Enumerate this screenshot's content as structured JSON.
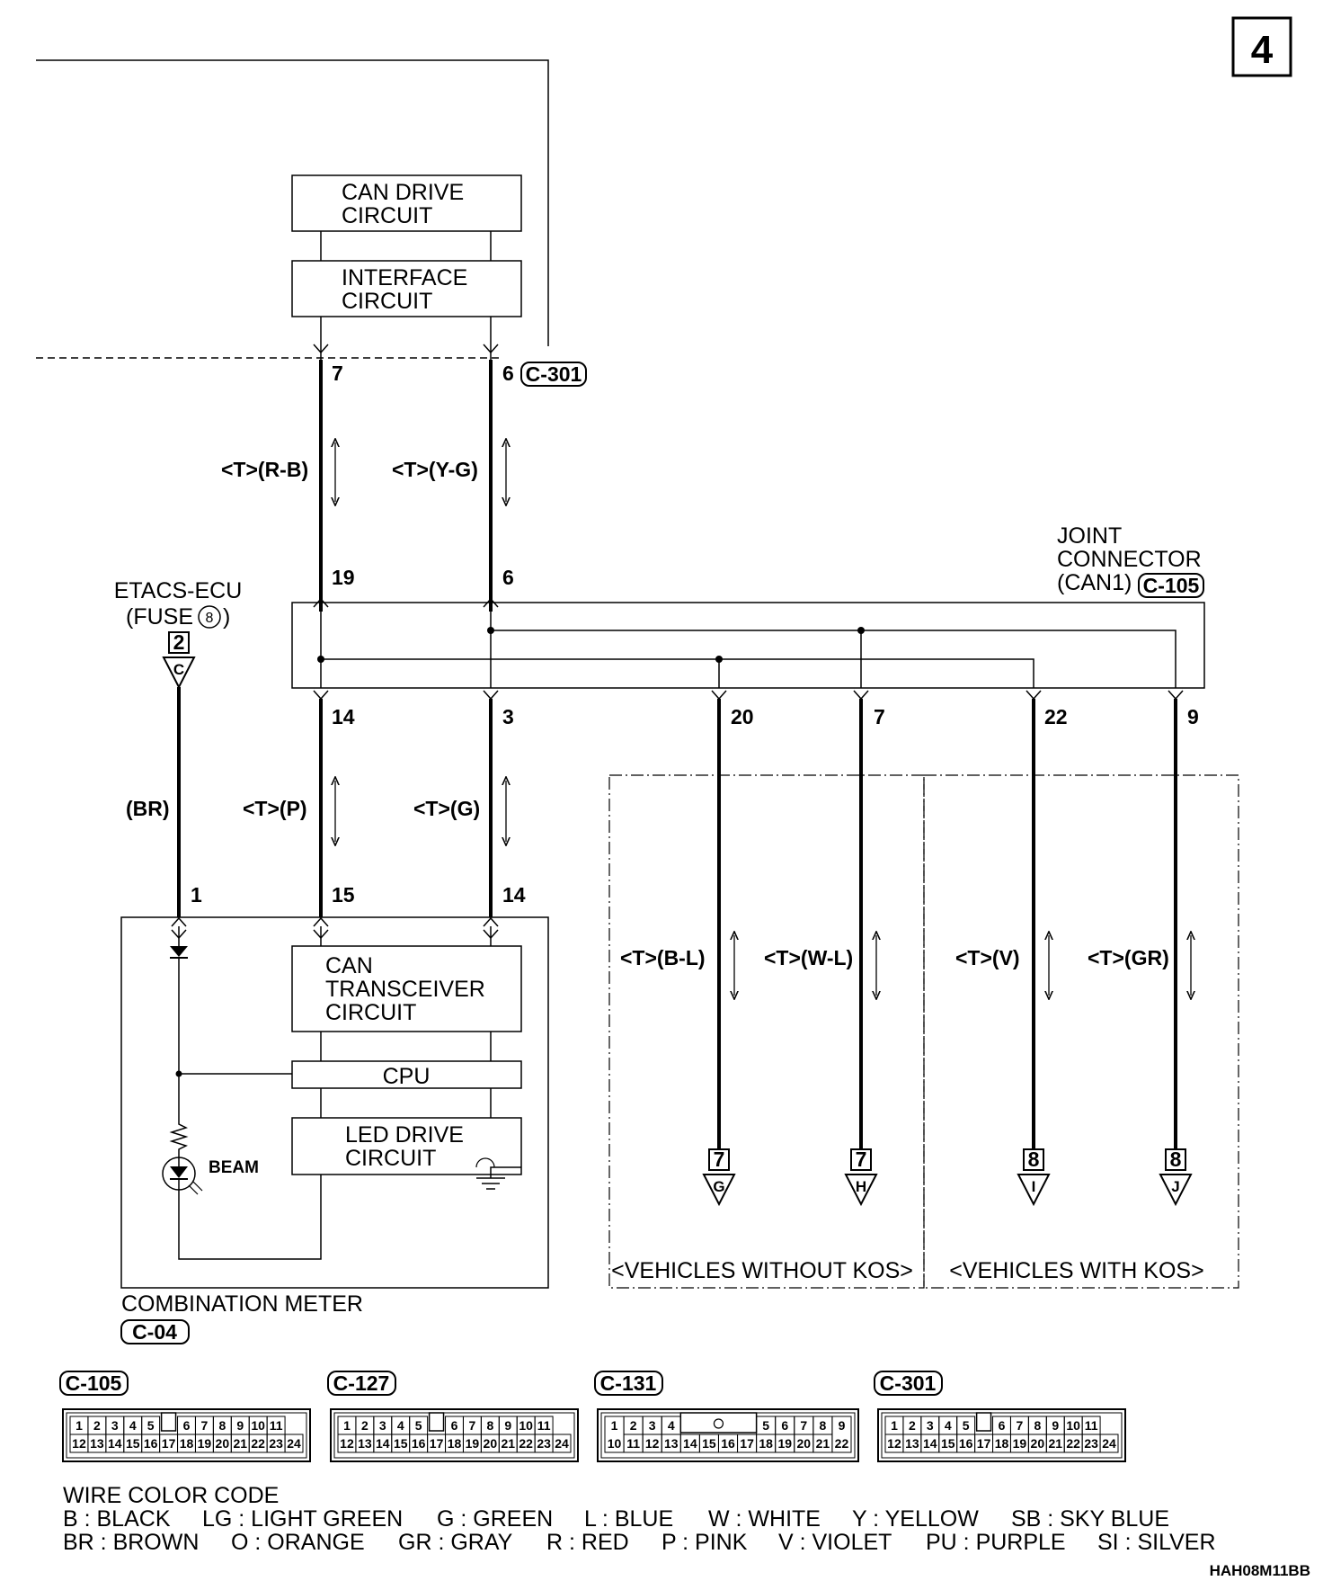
{
  "page_number": "4",
  "modules": {
    "can_drive": [
      "CAN DRIVE",
      "CIRCUIT"
    ],
    "interface": [
      "INTERFACE",
      "CIRCUIT"
    ],
    "can_transceiver": [
      "CAN",
      "TRANSCEIVER",
      "CIRCUIT"
    ],
    "cpu": "CPU",
    "led_drive": [
      "LED DRIVE",
      "CIRCUIT"
    ],
    "beam": "BEAM"
  },
  "connectors": {
    "c301": "C-301",
    "c105": "C-105",
    "c04": "C-04",
    "c127": "C-127",
    "c131": "C-131"
  },
  "labels": {
    "joint_connector": [
      "JOINT",
      "CONNECTOR",
      "(CAN1)"
    ],
    "etacs": [
      "ETACS-ECU",
      "(FUSE",
      "8",
      ")"
    ],
    "combination_meter": "COMBINATION METER",
    "without_kos": "<VEHICLES WITHOUT KOS>",
    "with_kos": "<VEHICLES WITH KOS>"
  },
  "pins": {
    "c301_left": "7",
    "c301_right": "6",
    "jc_top_left": "19",
    "jc_top_right": "6",
    "jc_b1": "14",
    "jc_b2": "3",
    "jc_b3": "20",
    "jc_b4": "7",
    "jc_b5": "22",
    "jc_b6": "9",
    "meter_1": "1",
    "meter_15": "15",
    "meter_14": "14",
    "etacs_box": "2",
    "etacs_letter": "C"
  },
  "wires": {
    "w1": "<T>(R-B)",
    "w2": "<T>(Y-G)",
    "w3": "(BR)",
    "w4": "<T>(P)",
    "w5": "<T>(G)",
    "w6": "<T>(B-L)",
    "w7": "<T>(W-L)",
    "w8": "<T>(V)",
    "w9": "<T>(GR)"
  },
  "terminals": [
    {
      "num": "7",
      "letter": "G"
    },
    {
      "num": "7",
      "letter": "H"
    },
    {
      "num": "8",
      "letter": "I"
    },
    {
      "num": "8",
      "letter": "J"
    }
  ],
  "connector_pins": {
    "row24_top": [
      "1",
      "2",
      "3",
      "4",
      "5",
      "6",
      "7",
      "8",
      "9",
      "10",
      "11"
    ],
    "row24_bottom": [
      "12",
      "13",
      "14",
      "15",
      "16",
      "17",
      "18",
      "19",
      "20",
      "21",
      "22",
      "23",
      "24"
    ],
    "c131_top": [
      "1",
      "2",
      "3",
      "4",
      "5",
      "6",
      "7",
      "8",
      "9"
    ],
    "c131_bottom": [
      "10",
      "11",
      "12",
      "13",
      "14",
      "15",
      "16",
      "17",
      "18",
      "19",
      "20",
      "21",
      "22"
    ]
  },
  "wire_color_code": {
    "title": "WIRE COLOR CODE",
    "line1": [
      "B : BLACK",
      "LG : LIGHT GREEN",
      "G : GREEN",
      "L : BLUE",
      "W : WHITE",
      "Y : YELLOW",
      "SB : SKY BLUE"
    ],
    "line2": [
      "BR : BROWN",
      "O : ORANGE",
      "GR : GRAY",
      "R : RED",
      "P : PINK",
      "V : VIOLET",
      "PU : PURPLE",
      "SI : SILVER"
    ]
  },
  "diagram_code": "HAH08M11BB"
}
